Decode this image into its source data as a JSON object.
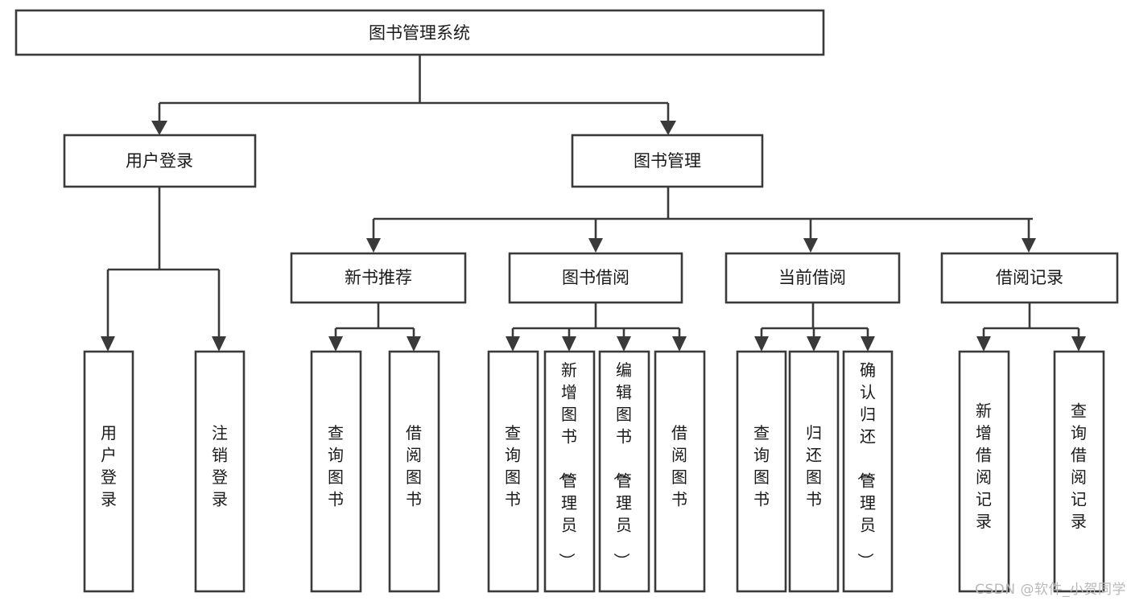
{
  "diagram": {
    "title": "图书管理系统",
    "type": "tree-hierarchy-flowchart",
    "colors": {
      "stroke": "#3a3a3a",
      "fill": "#ffffff",
      "text": "#1a1a1a",
      "watermark": "#b9b9b9",
      "background": "#ffffff"
    },
    "root": {
      "label": "图书管理系统"
    },
    "level2": [
      {
        "id": "user-login",
        "label": "用户登录"
      },
      {
        "id": "book-management",
        "label": "图书管理"
      }
    ],
    "level3": [
      {
        "id": "new-book-recommend",
        "label": "新书推荐"
      },
      {
        "id": "book-borrow",
        "label": "图书借阅"
      },
      {
        "id": "current-borrow",
        "label": "当前借阅"
      },
      {
        "id": "borrow-record",
        "label": "借阅记录"
      }
    ],
    "leaves": {
      "user_login": [
        {
          "id": "leaf-user-login",
          "label": "用户登录"
        },
        {
          "id": "leaf-logout-login",
          "label": "注销登录"
        }
      ],
      "new_book_recommend": [
        {
          "id": "leaf-query-book-1",
          "label": "查询图书"
        },
        {
          "id": "leaf-borrow-book-1",
          "label": "借阅图书"
        }
      ],
      "book_borrow": [
        {
          "id": "leaf-query-book-2",
          "label": "查询图书"
        },
        {
          "id": "leaf-add-book-admin",
          "label": "新增图书（管理员）"
        },
        {
          "id": "leaf-edit-book-admin",
          "label": "编辑图书（管理员）"
        },
        {
          "id": "leaf-borrow-book-2",
          "label": "借阅图书"
        }
      ],
      "current_borrow": [
        {
          "id": "leaf-query-book-3",
          "label": "查询图书"
        },
        {
          "id": "leaf-return-book",
          "label": "归还图书"
        },
        {
          "id": "leaf-confirm-return-admin",
          "label": "确认归还（管理员）"
        }
      ],
      "borrow_record": [
        {
          "id": "leaf-add-borrow-record",
          "label": "新增借阅记录"
        },
        {
          "id": "leaf-query-borrow-record",
          "label": "查询借阅记录"
        }
      ]
    }
  },
  "watermark": {
    "text": "CSDN @软件_小贺同学"
  }
}
